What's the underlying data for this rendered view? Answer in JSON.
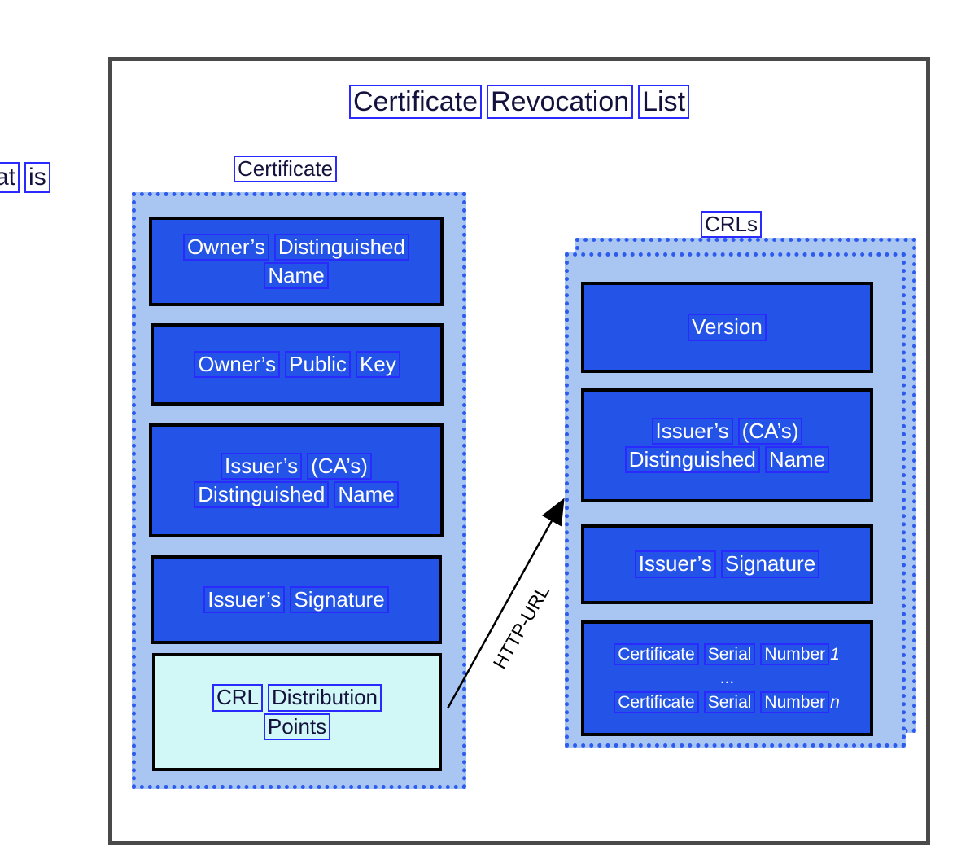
{
  "colors": {
    "frame_border": "#4a4a4a",
    "panel_fill": "#a9c6f3",
    "panel_dotted_border": "#2e5bee",
    "block_blue_fill": "#2454e7",
    "block_cyan_fill": "#d2f7f7",
    "block_border": "#000000",
    "dark_text": "#13123d",
    "light_text": "#ffffff",
    "word_box_outline": "#2a2aff",
    "arrow": "#000000"
  },
  "frame": {
    "title": [
      [
        "Certificate",
        "Revocation",
        "List"
      ]
    ]
  },
  "edge_fragment": [
    [
      "at",
      "is"
    ]
  ],
  "certificate": {
    "label": [
      [
        "Certificate"
      ]
    ],
    "boxes": {
      "owner_dn": [
        [
          "Owner’s",
          "Distinguished"
        ],
        [
          "Name"
        ]
      ],
      "owner_pk": [
        [
          "Owner’s",
          "Public",
          "Key"
        ]
      ],
      "issuer_dn": [
        [
          "Issuer’s",
          "(CA’s)"
        ],
        [
          "Distinguished",
          "Name"
        ]
      ],
      "issuer_sig": [
        [
          "Issuer’s",
          "Signature"
        ]
      ],
      "crl_dp": [
        [
          "CRL",
          "Distribution"
        ],
        [
          "Points"
        ]
      ]
    }
  },
  "crls": {
    "label": [
      [
        "CRLs"
      ]
    ],
    "boxes": {
      "version": [
        [
          "Version"
        ]
      ],
      "issuer_dn": [
        [
          "Issuer’s",
          "(CA’s)"
        ],
        [
          "Distinguished",
          "Name"
        ]
      ],
      "issuer_sig": [
        [
          "Issuer’s",
          "Signature"
        ]
      ],
      "serials": [
        [
          "Certificate",
          "Serial",
          "Number",
          {
            "t": "1",
            "italic": true,
            "box": false,
            "glue": true
          }
        ],
        [
          {
            "t": "...",
            "box": false
          }
        ],
        [
          "Certificate",
          "Serial",
          "Number",
          {
            "t": "n",
            "italic": true,
            "box": false,
            "glue": true
          }
        ]
      ]
    }
  },
  "arrow": {
    "label": "HTTP-URL"
  }
}
